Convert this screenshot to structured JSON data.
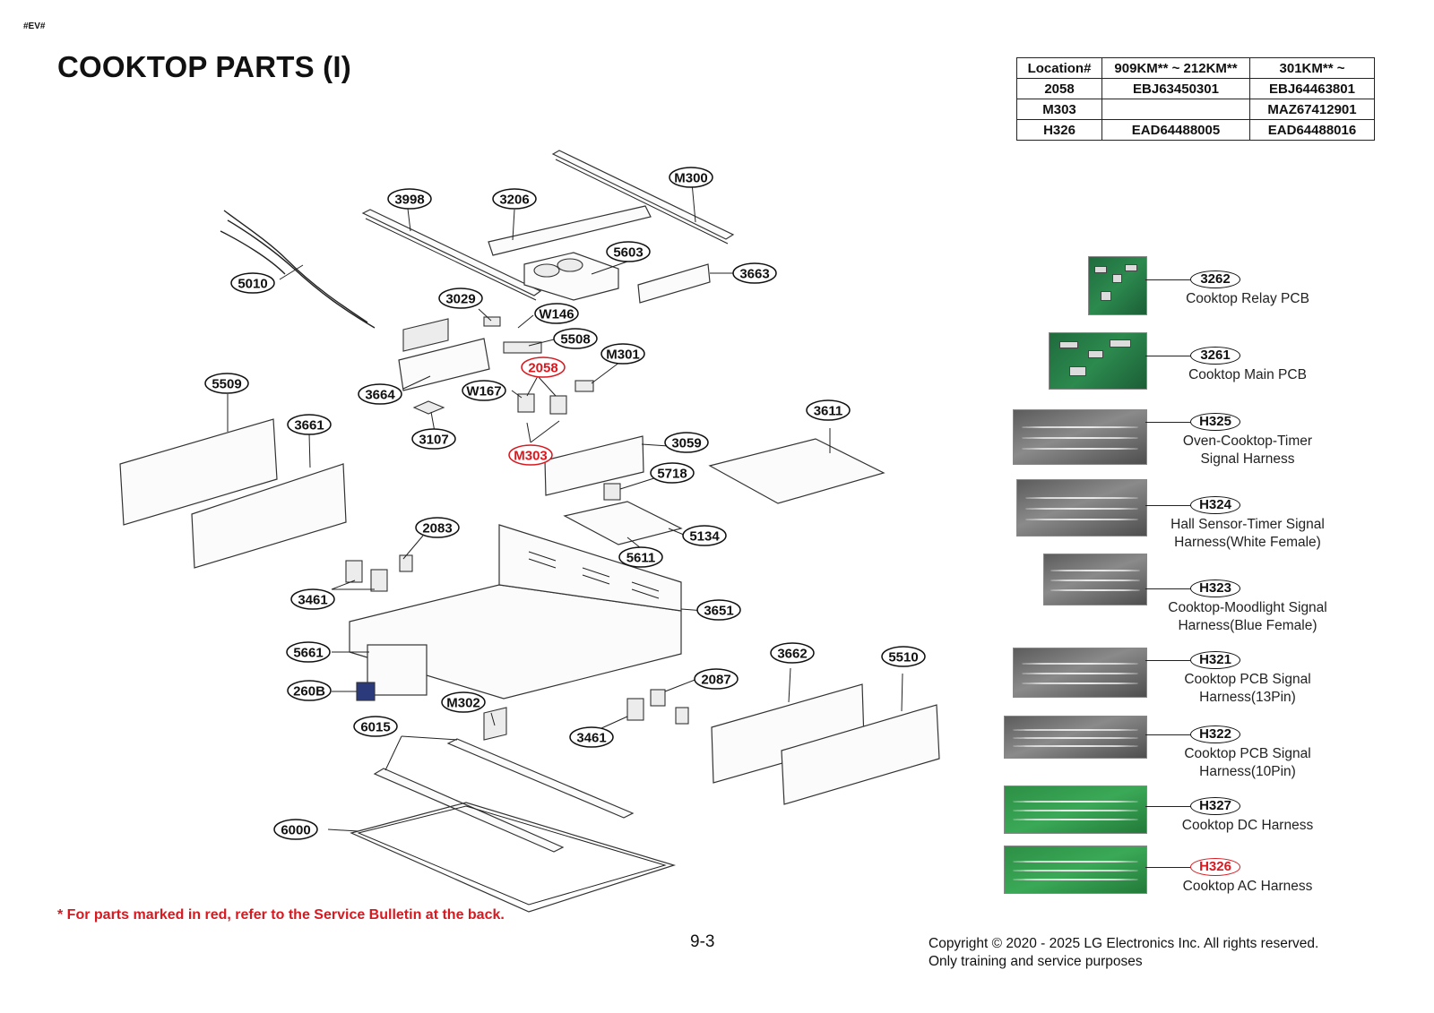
{
  "doc_tag": "#EV#",
  "title": "COOKTOP PARTS (I)",
  "location_table": {
    "headers": [
      "Location#",
      "909KM** ~ 212KM**",
      "301KM** ~"
    ],
    "rows": [
      [
        "2058",
        "EBJ63450301",
        "EBJ64463801"
      ],
      [
        "M303",
        "",
        "MAZ67412901"
      ],
      [
        "H326",
        "EAD64488005",
        "EAD64488016"
      ]
    ]
  },
  "callouts": [
    {
      "code": "M300",
      "red": false
    },
    {
      "code": "3998",
      "red": false
    },
    {
      "code": "3206",
      "red": false
    },
    {
      "code": "5603",
      "red": false
    },
    {
      "code": "3663",
      "red": false
    },
    {
      "code": "5010",
      "red": false
    },
    {
      "code": "3029",
      "red": false
    },
    {
      "code": "W146",
      "red": false
    },
    {
      "code": "5508",
      "red": false
    },
    {
      "code": "M301",
      "red": false
    },
    {
      "code": "2058",
      "red": true
    },
    {
      "code": "W167",
      "red": false
    },
    {
      "code": "3664",
      "red": false
    },
    {
      "code": "5509",
      "red": false
    },
    {
      "code": "3661",
      "red": false
    },
    {
      "code": "3107",
      "red": false
    },
    {
      "code": "M303",
      "red": true
    },
    {
      "code": "3059",
      "red": false
    },
    {
      "code": "3611",
      "red": false
    },
    {
      "code": "5718",
      "red": false
    },
    {
      "code": "2083",
      "red": false
    },
    {
      "code": "5134",
      "red": false
    },
    {
      "code": "5611",
      "red": false
    },
    {
      "code": "3461",
      "red": false
    },
    {
      "code": "3651",
      "red": false
    },
    {
      "code": "5661",
      "red": false
    },
    {
      "code": "3662",
      "red": false
    },
    {
      "code": "5510",
      "red": false
    },
    {
      "code": "260B",
      "red": false
    },
    {
      "code": "M302",
      "red": false
    },
    {
      "code": "2087",
      "red": false
    },
    {
      "code": "6015",
      "red": false
    },
    {
      "code": "3461",
      "red": false
    },
    {
      "code": "6000",
      "red": false
    }
  ],
  "side_parts": [
    {
      "code": "3262",
      "label": "Cooktop Relay PCB",
      "red": false,
      "kind": "pcb"
    },
    {
      "code": "3261",
      "label": "Cooktop Main PCB",
      "red": false,
      "kind": "pcb"
    },
    {
      "code": "H325",
      "label": "Oven-Cooktop-Timer\nSignal Harness",
      "red": false,
      "kind": "harness"
    },
    {
      "code": "H324",
      "label": "Hall Sensor-Timer Signal\nHarness(White Female)",
      "red": false,
      "kind": "harness"
    },
    {
      "code": "H323",
      "label": "Cooktop-Moodlight Signal\nHarness(Blue Female)",
      "red": false,
      "kind": "harness"
    },
    {
      "code": "H321",
      "label": "Cooktop PCB Signal\nHarness(13Pin)",
      "red": false,
      "kind": "harness"
    },
    {
      "code": "H322",
      "label": "Cooktop PCB Signal\nHarness(10Pin)",
      "red": false,
      "kind": "harness"
    },
    {
      "code": "H327",
      "label": "Cooktop DC Harness",
      "red": false,
      "kind": "harness-green"
    },
    {
      "code": "H326",
      "label": "Cooktop AC Harness",
      "red": true,
      "kind": "harness-green"
    }
  ],
  "note": "* For parts marked in red, refer to the Service Bulletin at the back.",
  "page_number": "9-3",
  "copyright": {
    "line1": "Copyright © 2020 - 2025 LG Electronics Inc. All rights reserved.",
    "line2": "Only training and service purposes"
  },
  "colors": {
    "red_marking": "#d71920",
    "ink": "#111111"
  }
}
